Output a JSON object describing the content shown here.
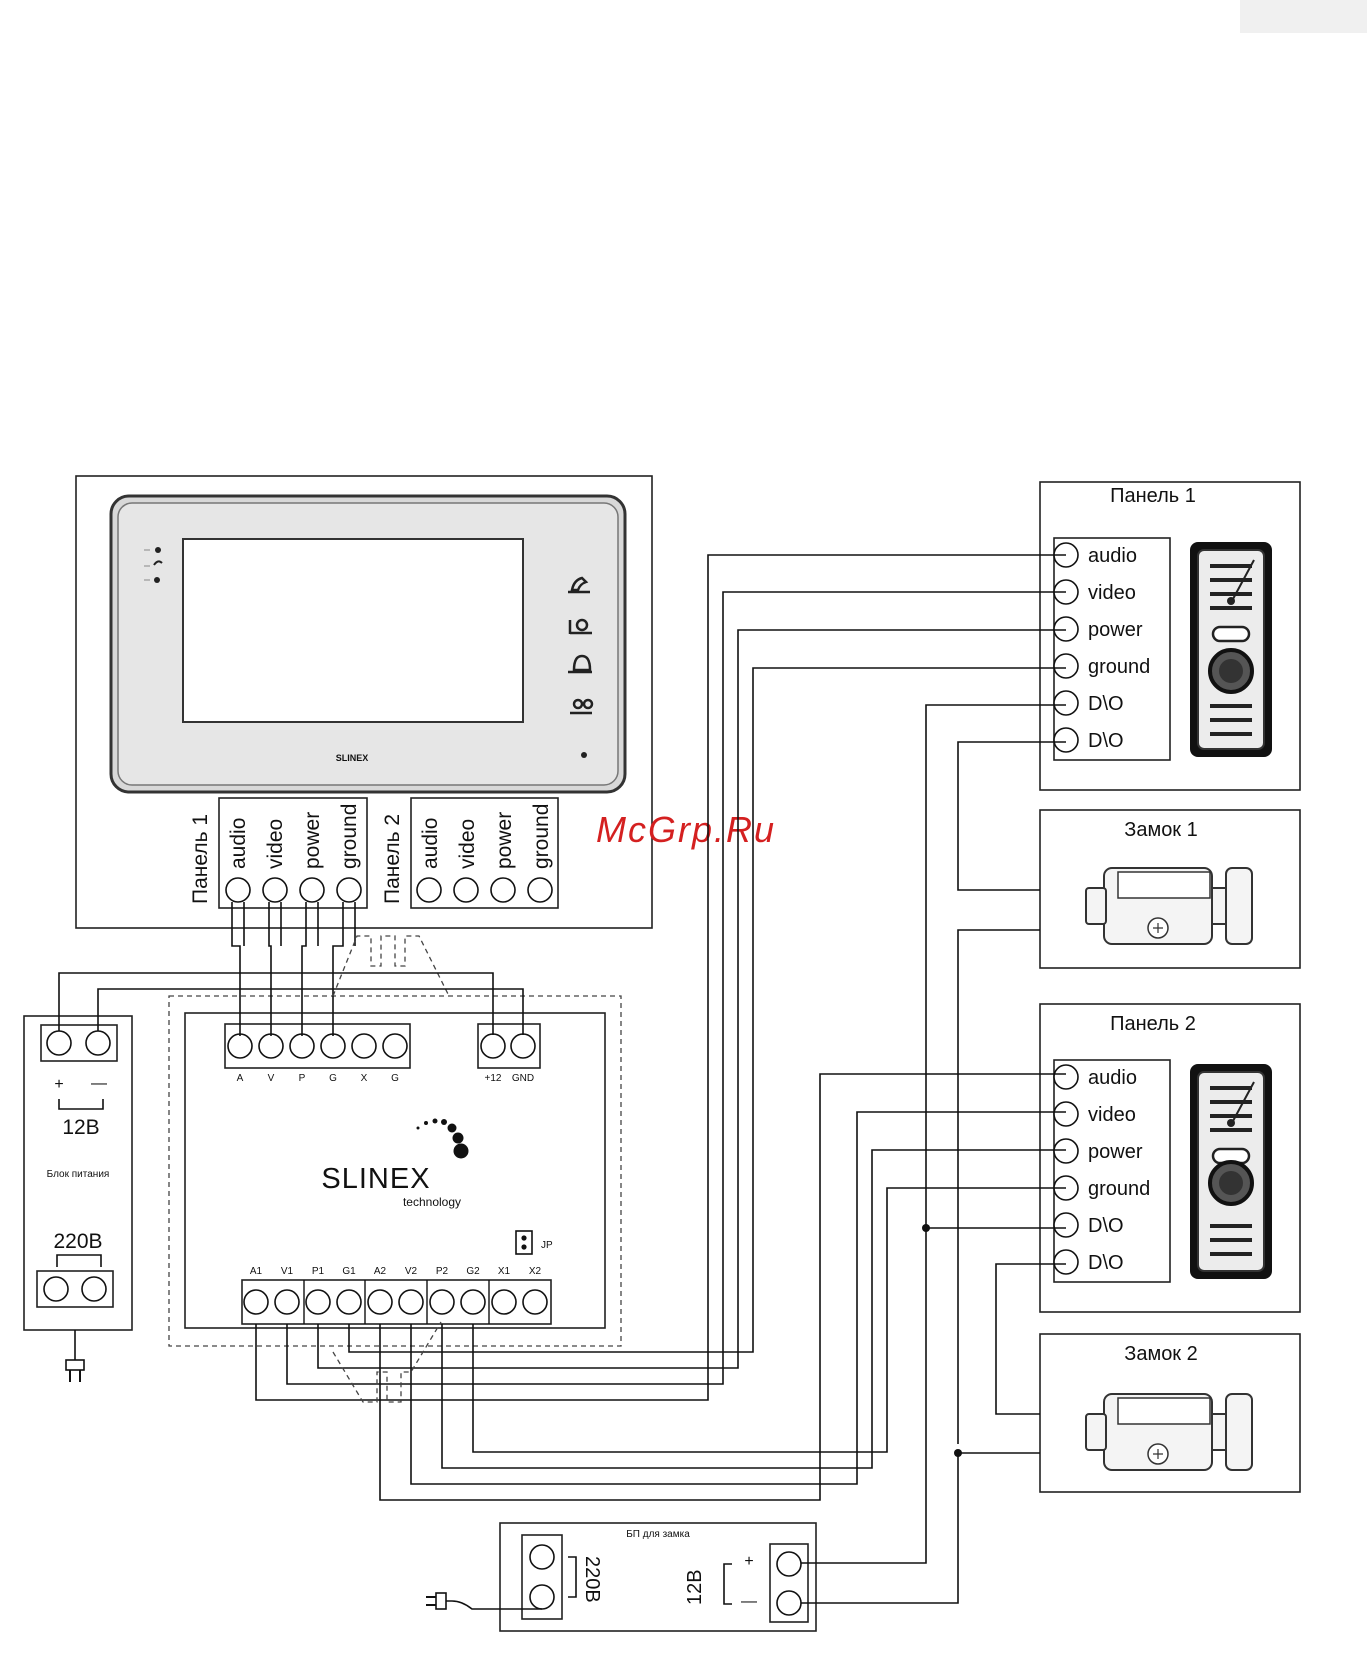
{
  "watermark": "McGrp.Ru",
  "monitor": {
    "logo": "SLINEX",
    "panel1_label": "Панель 1",
    "panel2_label": "Панель 2",
    "terminals": [
      "audio",
      "video",
      "power",
      "ground"
    ]
  },
  "panel1": {
    "title": "Панель 1",
    "terminals": [
      "audio",
      "video",
      "power",
      "ground",
      "D\\O",
      "D\\O"
    ]
  },
  "panel2": {
    "title": "Панель 2",
    "terminals": [
      "audio",
      "video",
      "power",
      "ground",
      "D\\O",
      "D\\O"
    ]
  },
  "lock1": {
    "title": "Замок 1"
  },
  "lock2": {
    "title": "Замок 2"
  },
  "psu": {
    "plus": "+",
    "minus": "—",
    "out_voltage": "12В",
    "name": "Блок питания",
    "in_voltage": "220В"
  },
  "switch_box": {
    "brand": "SLINEX",
    "brand_sub": "technology",
    "top_labels": [
      "A",
      "V",
      "P",
      "G",
      "X",
      "G"
    ],
    "power_labels": [
      "+12",
      "GND"
    ],
    "bottom_labels": [
      "A1",
      "V1",
      "P1",
      "G1",
      "A2",
      "V2",
      "P2",
      "G2",
      "X1",
      "X2"
    ],
    "jumper": "JP"
  },
  "lock_psu": {
    "title": "БП для замка",
    "in_voltage": "220В",
    "out_voltage": "12В",
    "plus": "+",
    "minus": "—"
  },
  "colors": {
    "ink": "#111111",
    "watermark": "#d42020",
    "background": "#ffffff"
  }
}
